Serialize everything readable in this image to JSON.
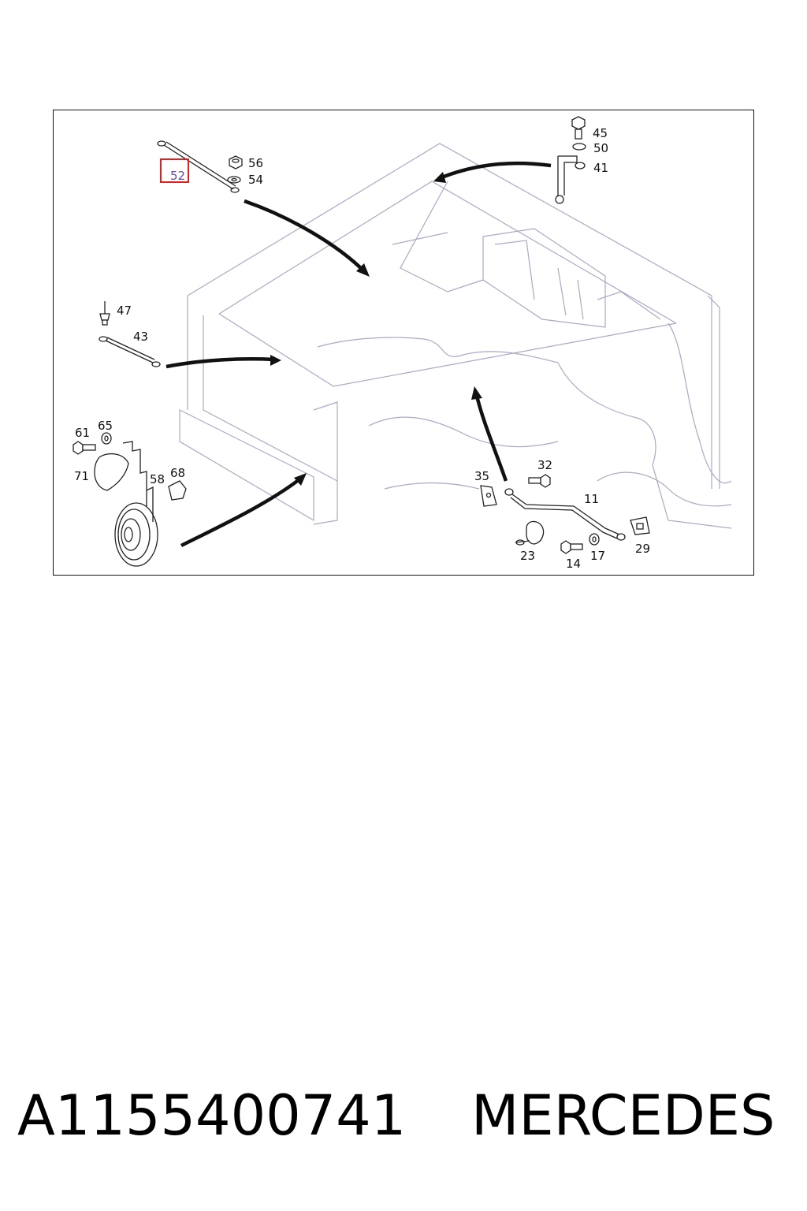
{
  "diagram": {
    "callouts": [
      {
        "id": "c52",
        "label": "52",
        "highlighted": true
      },
      {
        "id": "c56",
        "label": "56"
      },
      {
        "id": "c54",
        "label": "54"
      },
      {
        "id": "c45",
        "label": "45"
      },
      {
        "id": "c50",
        "label": "50"
      },
      {
        "id": "c41",
        "label": "41"
      },
      {
        "id": "c47",
        "label": "47"
      },
      {
        "id": "c43",
        "label": "43"
      },
      {
        "id": "c61",
        "label": "61"
      },
      {
        "id": "c65",
        "label": "65"
      },
      {
        "id": "c71",
        "label": "71"
      },
      {
        "id": "c58",
        "label": "58"
      },
      {
        "id": "c68",
        "label": "68"
      },
      {
        "id": "c35",
        "label": "35"
      },
      {
        "id": "c32",
        "label": "32"
      },
      {
        "id": "c11",
        "label": "11"
      },
      {
        "id": "c23",
        "label": "23"
      },
      {
        "id": "c14",
        "label": "14"
      },
      {
        "id": "c17",
        "label": "17"
      },
      {
        "id": "c29",
        "label": "29"
      }
    ],
    "highlight_color": "#e02020",
    "body_line_color": "#a9a9c6"
  },
  "footer": {
    "part_number": "A1155400741",
    "brand": "MERCEDES"
  }
}
